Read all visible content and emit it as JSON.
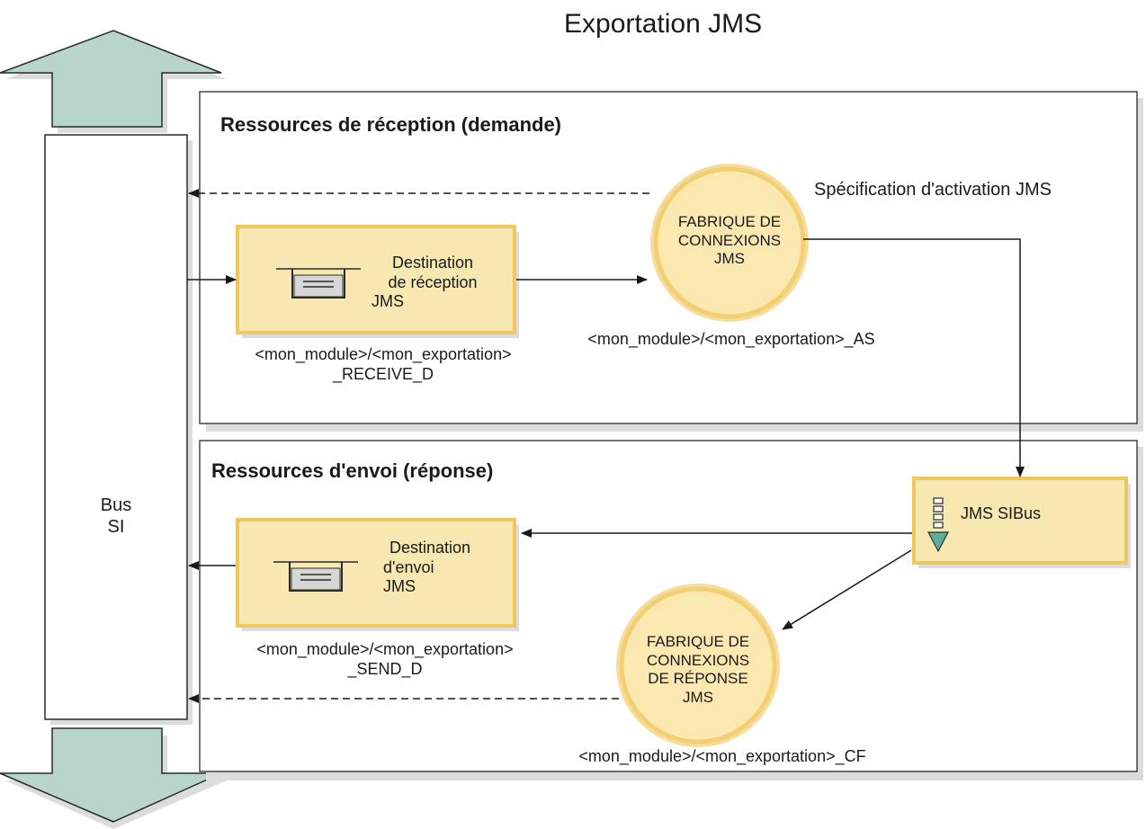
{
  "title": "Exportation JMS",
  "bus": {
    "line1": "Bus",
    "line2": "SI"
  },
  "receive": {
    "heading": "Ressources de réception (demande)",
    "destination": {
      "line1": "Destination",
      "line2": "de réception",
      "line3": "JMS"
    },
    "destination_name": {
      "line1": "<mon_module>/<mon_exportation>",
      "line2": "_RECEIVE_D"
    },
    "factory": {
      "line1": "FABRIQUE DE",
      "line2": "CONNEXIONS",
      "line3": "JMS"
    },
    "activation_spec_label": "Spécification d'activation JMS",
    "activation_spec_name": "<mon_module>/<mon_exportation>_AS"
  },
  "send": {
    "heading": "Ressources d'envoi (réponse)",
    "destination": {
      "line1": "Destination",
      "line2": "d'envoi",
      "line3": "JMS"
    },
    "destination_name": {
      "line1": "<mon_module>/<mon_exportation>",
      "line2": "_SEND_D"
    },
    "sibus_label": "JMS SIBus",
    "factory": {
      "line1": "FABRIQUE DE",
      "line2": "CONNEXIONS",
      "line3": "DE RÉPONSE",
      "line4": "JMS"
    },
    "factory_name": "<mon_module>/<mon_exportation>_CF"
  },
  "colors": {
    "bus_arrow_fill": "#b7d6c9",
    "box_fill": "#f7e7b1",
    "box_border": "#f0c75e",
    "circle_fill": "#fbe8b1",
    "circle_border": "#f2cf72",
    "panel_shadow": "#dcdcdc",
    "queue_fill": "#d6d6d6",
    "sibus_arrow": "#5fae9a"
  },
  "icons": {
    "queue": "message-queue-icon",
    "sibus": "service-integration-bus-icon"
  }
}
